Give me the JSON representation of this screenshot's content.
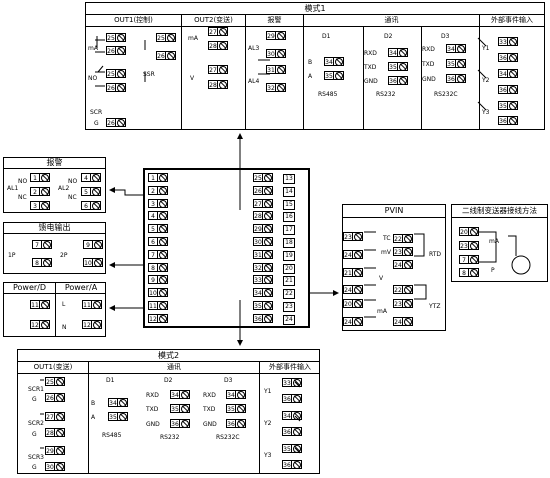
{
  "module1": {
    "title": "模式1",
    "sections": [
      "OUT1(控制)",
      "OUT2(变送)",
      "报警",
      "通讯",
      "外部事件输入"
    ],
    "out1": {
      "ma": "mA",
      "no": "NO",
      "ssr": "SSR",
      "scr": "SCR",
      "g": "G",
      "t1": "25",
      "t2": "26",
      "t3": "25",
      "t4": "26",
      "t5": "25",
      "t6": "26",
      "t7": "26"
    },
    "out2": {
      "ma": "mA",
      "v": "V",
      "t1": "27",
      "t2": "28",
      "t3": "27",
      "t4": "28"
    },
    "alarm": {
      "al3": "AL3",
      "al4": "AL4",
      "t1": "29",
      "t2": "30",
      "t3": "31",
      "t4": "32"
    },
    "comm": {
      "d1": "D1",
      "d2": "D2",
      "d3": "D3",
      "b": "B",
      "a": "A",
      "rs485": "RS485",
      "rxd": "RXD",
      "txd": "TXD",
      "gnd": "GND",
      "rs232": "RS232",
      "rs232c": "RS232C",
      "t34": "34",
      "t35": "35",
      "t36": "36"
    },
    "event": {
      "y1": "Y1",
      "y2": "Y2",
      "y3": "Y3",
      "t33": "33",
      "t36": "36",
      "t34": "34",
      "t35": "35"
    }
  },
  "alarm_box": {
    "title": "报警",
    "al1": "AL1",
    "al2": "AL2",
    "no": "NO",
    "nc": "NC",
    "t1": "1",
    "t2": "2",
    "t3": "3",
    "t4": "4",
    "t5": "5",
    "t6": "6"
  },
  "feed_box": {
    "title": "馈电输出",
    "p1": "1P",
    "p2": "2P",
    "t7": "7",
    "t8": "8",
    "t9": "9",
    "t10": "10"
  },
  "power_box": {
    "title_d": "Power/D",
    "title_a": "Power/A",
    "t11": "11",
    "t12": "12",
    "l": "L",
    "n": "N"
  },
  "main_block": {
    "left": [
      "1",
      "2",
      "3",
      "4",
      "5",
      "6",
      "7",
      "8",
      "9",
      "10",
      "11",
      "12"
    ],
    "right": [
      "25",
      "26",
      "27",
      "28",
      "29",
      "30",
      "31",
      "32",
      "33",
      "34",
      "35",
      "36"
    ],
    "mid": [
      "13",
      "14",
      "15",
      "16",
      "17",
      "18",
      "19",
      "20",
      "21",
      "22",
      "23",
      "24"
    ]
  },
  "pvin": {
    "title": "PVIN",
    "tc": "TC",
    "mv": "mV",
    "rtd": "RTD",
    "v": "V",
    "ma": "mA",
    "ytz": "YTZ",
    "t22": "22",
    "t23": "23",
    "t24": "24",
    "t21": "21",
    "t20": "20"
  },
  "two_wire": {
    "title": "二线制变送器接线方法",
    "ma": "mA",
    "p": "P",
    "t20": "20",
    "t23": "23",
    "t7": "7",
    "t8": "8"
  },
  "module2": {
    "title": "模式2",
    "sections": [
      "OUT1(变送)",
      "通讯",
      "外部事件输入"
    ],
    "out1": {
      "scr1": "SCR1",
      "scr2": "SCR2",
      "scr3": "SCR3",
      "g": "G",
      "t25": "25",
      "t26": "26",
      "t27": "27",
      "t28": "28",
      "t29": "29",
      "t30": "30"
    },
    "comm": {
      "d1": "D1",
      "d2": "D2",
      "d3": "D3",
      "b": "B",
      "a": "A",
      "rs485": "RS485",
      "rxd": "RXD",
      "txd": "TXD",
      "gnd": "GND",
      "rs232": "RS232",
      "rs232c": "RS232C",
      "t34": "34",
      "t35": "35",
      "t36": "36"
    },
    "event": {
      "y1": "Y1",
      "y2": "Y2",
      "y3": "Y3",
      "t33": "33",
      "t36": "36",
      "t34": "34",
      "t35": "35"
    }
  }
}
